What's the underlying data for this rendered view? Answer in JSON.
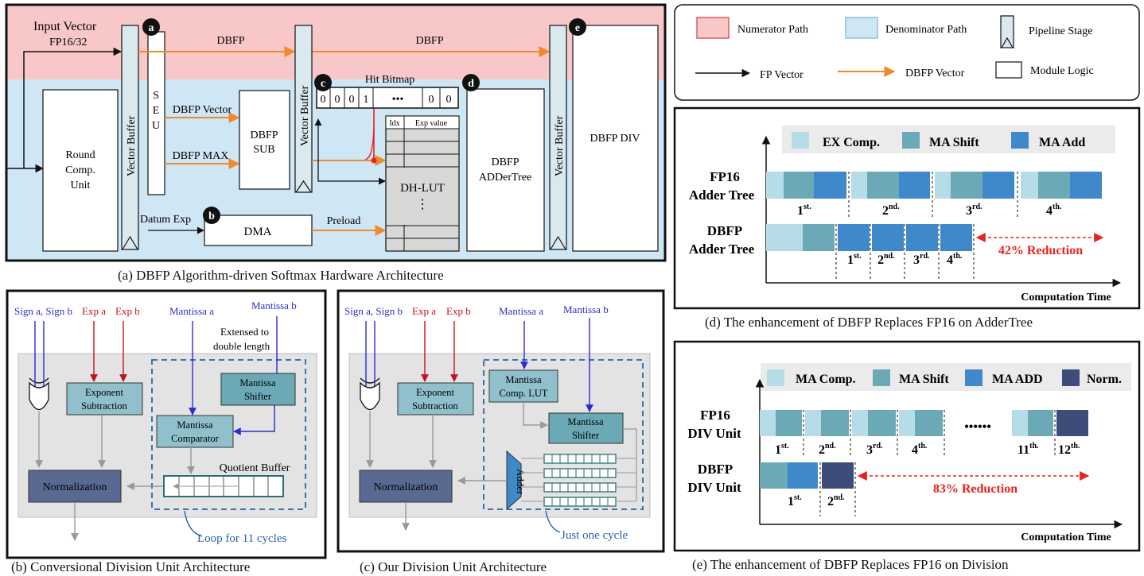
{
  "colors": {
    "numerator": "#f8c8c8",
    "denominator": "#cfe6f4",
    "orange_arrow": "#f0892e",
    "ex_comp": "#b6dde7",
    "ma_shift": "#6aa9b5",
    "ma_add": "#3f88c9",
    "norm": "#3e4c7a",
    "red_text": "#e8231e",
    "mantissa_blue": "#2b2bd0",
    "exp_red": "#c0141c",
    "unit_box": "#8fc0cc",
    "norm_box": "#596a92",
    "loop_blue": "#2566a8"
  },
  "panel_a": {
    "caption": "(a) DBFP Algorithm-driven Softmax Hardware Architecture",
    "input_vector": "Input Vector",
    "input_type": "FP16/32",
    "vector_buffer": "Vector Buffer",
    "seu": [
      "S",
      "E",
      "U"
    ],
    "dbfp_top1": "DBFP",
    "dbfp_top2": "DBFP",
    "round_unit": [
      "Round",
      "Comp.",
      "Unit"
    ],
    "dbfp_vector": "DBFP Vector",
    "dbfp_max": "DBFP MAX",
    "dbfp_sub": [
      "DBFP",
      "SUB"
    ],
    "hit_bitmap": "Hit Bitmap",
    "bitmap_cells": [
      "0",
      "0",
      "0",
      "1",
      "•••",
      "0",
      "0"
    ],
    "idx": "Idx",
    "exp_value": "Exp value",
    "dh_lut": "DH-LUT",
    "lut_dots": "⋮",
    "adder_tree": [
      "DBFP",
      "ADDerTree"
    ],
    "div": "DBFP DIV",
    "datum_exp": "Datum Exp",
    "dma": "DMA",
    "preload": "Preload",
    "badges": [
      "a",
      "b",
      "c",
      "d",
      "e"
    ]
  },
  "legend": {
    "numerator": "Numerator Path",
    "denominator": "Denominator Path",
    "pipeline": "Pipeline Stage",
    "fp_vector": "FP Vector",
    "dbfp_vector": "DBFP Vector",
    "module_logic": "Module Logic"
  },
  "panel_b": {
    "caption": "(b) Conversional Division Unit Architecture",
    "sign": "Sign a, Sign b",
    "exp_a": "Exp a",
    "exp_b": "Exp b",
    "mant_a": "Mantissa a",
    "mant_b": "Mantissa b",
    "extended": [
      "Extensed to",
      "double length"
    ],
    "exp_sub": [
      "Exponent",
      "Subtraction"
    ],
    "mant_shifter": [
      "Mantissa",
      "Shifter"
    ],
    "mant_comp": [
      "Mantissa",
      "Comparator"
    ],
    "quotient_buffer": "Quotient Buffer",
    "normalization": "Normalization",
    "loop": "Loop for 11 cycles"
  },
  "panel_c": {
    "caption": "(c) Our Division Unit Architecture",
    "sign": "Sign a, Sign b",
    "exp_a": "Exp a",
    "exp_b": "Exp b",
    "mant_a": "Mantissa a",
    "mant_b": "Mantissa b",
    "exp_sub": [
      "Exponent",
      "Subtraction"
    ],
    "mant_lut": [
      "Mantissa",
      "Comp. LUT"
    ],
    "mant_shifter": [
      "Mantissa",
      "Shifter"
    ],
    "adder": "Adder",
    "normalization": "Normalization",
    "one_cycle": "Just one cycle"
  },
  "panel_d": {
    "caption": "(d) The enhancement of DBFP Replaces FP16 on AdderTree",
    "legend": [
      "EX Comp.",
      "MA Shift",
      "MA Add"
    ],
    "row1": [
      "FP16",
      "Adder Tree"
    ],
    "row2": [
      "DBFP",
      "Adder Tree"
    ],
    "fp16_labels": [
      [
        "1",
        "st."
      ],
      [
        "2",
        "nd."
      ],
      [
        "3",
        "rd."
      ],
      [
        "4",
        "th."
      ]
    ],
    "dbfp_labels": [
      [
        "1",
        "st."
      ],
      [
        "2",
        "nd."
      ],
      [
        "3",
        "rd."
      ],
      [
        "4",
        "th."
      ]
    ],
    "reduction": "42% Reduction",
    "axis": "Computation Time"
  },
  "panel_e": {
    "caption": "(e) The enhancement of DBFP Replaces FP16 on Division",
    "legend": [
      "MA Comp.",
      "MA Shift",
      "MA ADD",
      "Norm."
    ],
    "row1": [
      "FP16",
      "DIV Unit"
    ],
    "row2": [
      "DBFP",
      "DIV Unit"
    ],
    "fp16_labels": [
      [
        "1",
        "st."
      ],
      [
        "2",
        "nd."
      ],
      [
        "3",
        "rd."
      ],
      [
        "4",
        "th."
      ],
      [
        "11",
        "th."
      ],
      [
        "12",
        "th."
      ]
    ],
    "ellipsis": "••••••",
    "dbfp_labels": [
      [
        "1",
        "st."
      ],
      [
        "2",
        "nd."
      ]
    ],
    "reduction": "83% Reduction",
    "axis": "Computation Time"
  }
}
